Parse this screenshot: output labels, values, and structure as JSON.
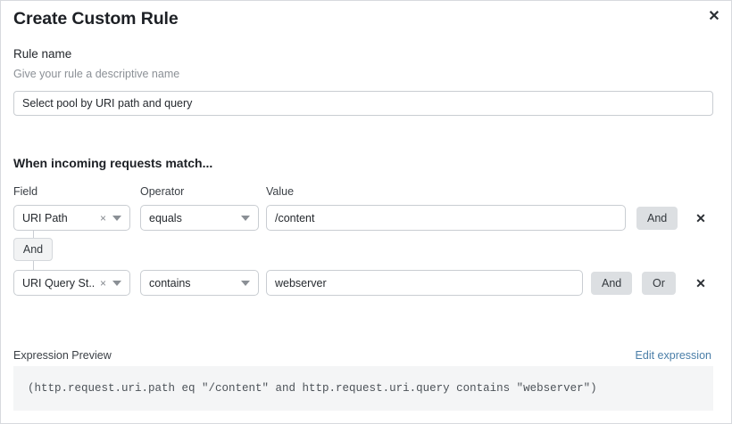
{
  "modal": {
    "title": "Create Custom Rule",
    "close_icon": "close-icon"
  },
  "rule_name": {
    "label": "Rule name",
    "help": "Give your rule a descriptive name",
    "value": "Select pool by URI path and query",
    "placeholder": "Rule name"
  },
  "conditions": {
    "heading": "When incoming requests match...",
    "columns": {
      "field": "Field",
      "operator": "Operator",
      "value": "Value"
    },
    "connector": {
      "label": "And"
    },
    "rows": [
      {
        "field": "URI Path",
        "operator": "equals",
        "value": "/content",
        "clear_icon": "clear-icon",
        "caret_icon": "chevron-down-icon",
        "delete_icon": "close-icon",
        "buttons": [
          "And"
        ]
      },
      {
        "field": "URI Query St...",
        "operator": "contains",
        "value": "webserver",
        "clear_icon": "clear-icon",
        "caret_icon": "chevron-down-icon",
        "delete_icon": "close-icon",
        "buttons": [
          "And",
          "Or"
        ]
      }
    ]
  },
  "expression": {
    "label": "Expression Preview",
    "edit_link": "Edit expression",
    "code": "(http.request.uri.path eq \"/content\" and http.request.uri.query contains \"webserver\")"
  },
  "colors": {
    "link": "#4a7ea8",
    "button_bg": "#dcdfe2",
    "code_bg": "#f4f5f6",
    "border": "#c9cdd2"
  }
}
